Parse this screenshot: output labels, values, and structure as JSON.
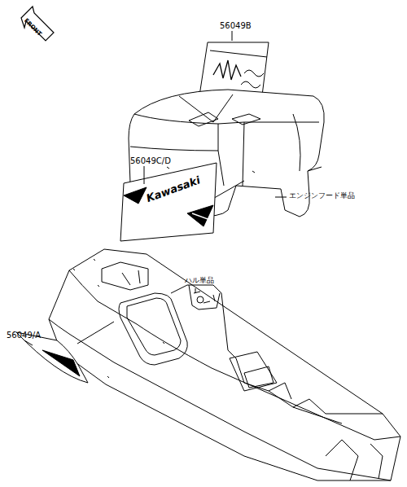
{
  "diagram": {
    "labels": [
      "FRONT",
      "56049B",
      "56049C/D",
      "エンジンフード単品",
      "ハル単品",
      "56049/A",
      "Kawasaki"
    ]
  }
}
